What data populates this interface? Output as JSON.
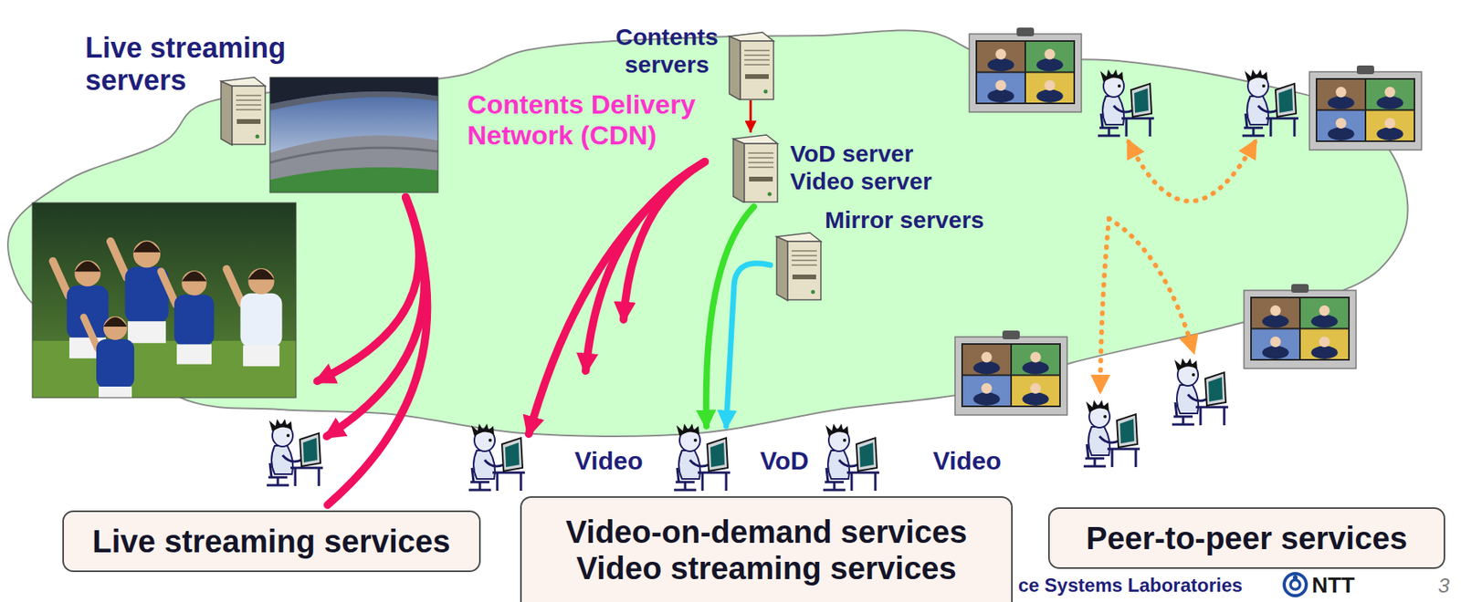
{
  "diagram": {
    "nodes": [
      {
        "text": [
          "Live streaming servers"
        ]
      },
      {
        "text": [
          "Contents servers"
        ]
      },
      {
        "text": [
          "VoD server Video server"
        ]
      },
      {
        "text": [
          "Mirror servers"
        ]
      },
      {
        "text": [
          "Live streaming services"
        ]
      },
      {
        "text": [
          "Video-on-demand services Video streaming services"
        ]
      },
      {
        "text": [
          "Peer-to-peer services"
        ]
      }
    ],
    "edges": [
      {
        "from": 1,
        "to": 2,
        "arrow": "to"
      }
    ],
    "labels": [
      "Contents Delivery Network (CDN)",
      "Video",
      "VoD",
      "Video",
      "ce Systems Laboratories",
      "NTT",
      "3"
    ]
  }
}
